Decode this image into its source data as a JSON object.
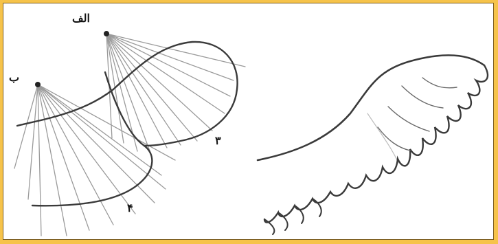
{
  "labels": {
    "point_a": "الف",
    "point_b": "ب",
    "curve_3": "۳",
    "curve_4": "۴"
  },
  "colors": {
    "background": "#f6c34a",
    "panel": "#ffffff",
    "ink": "#3a3a3a",
    "light_ink": "#9a9a9a"
  }
}
